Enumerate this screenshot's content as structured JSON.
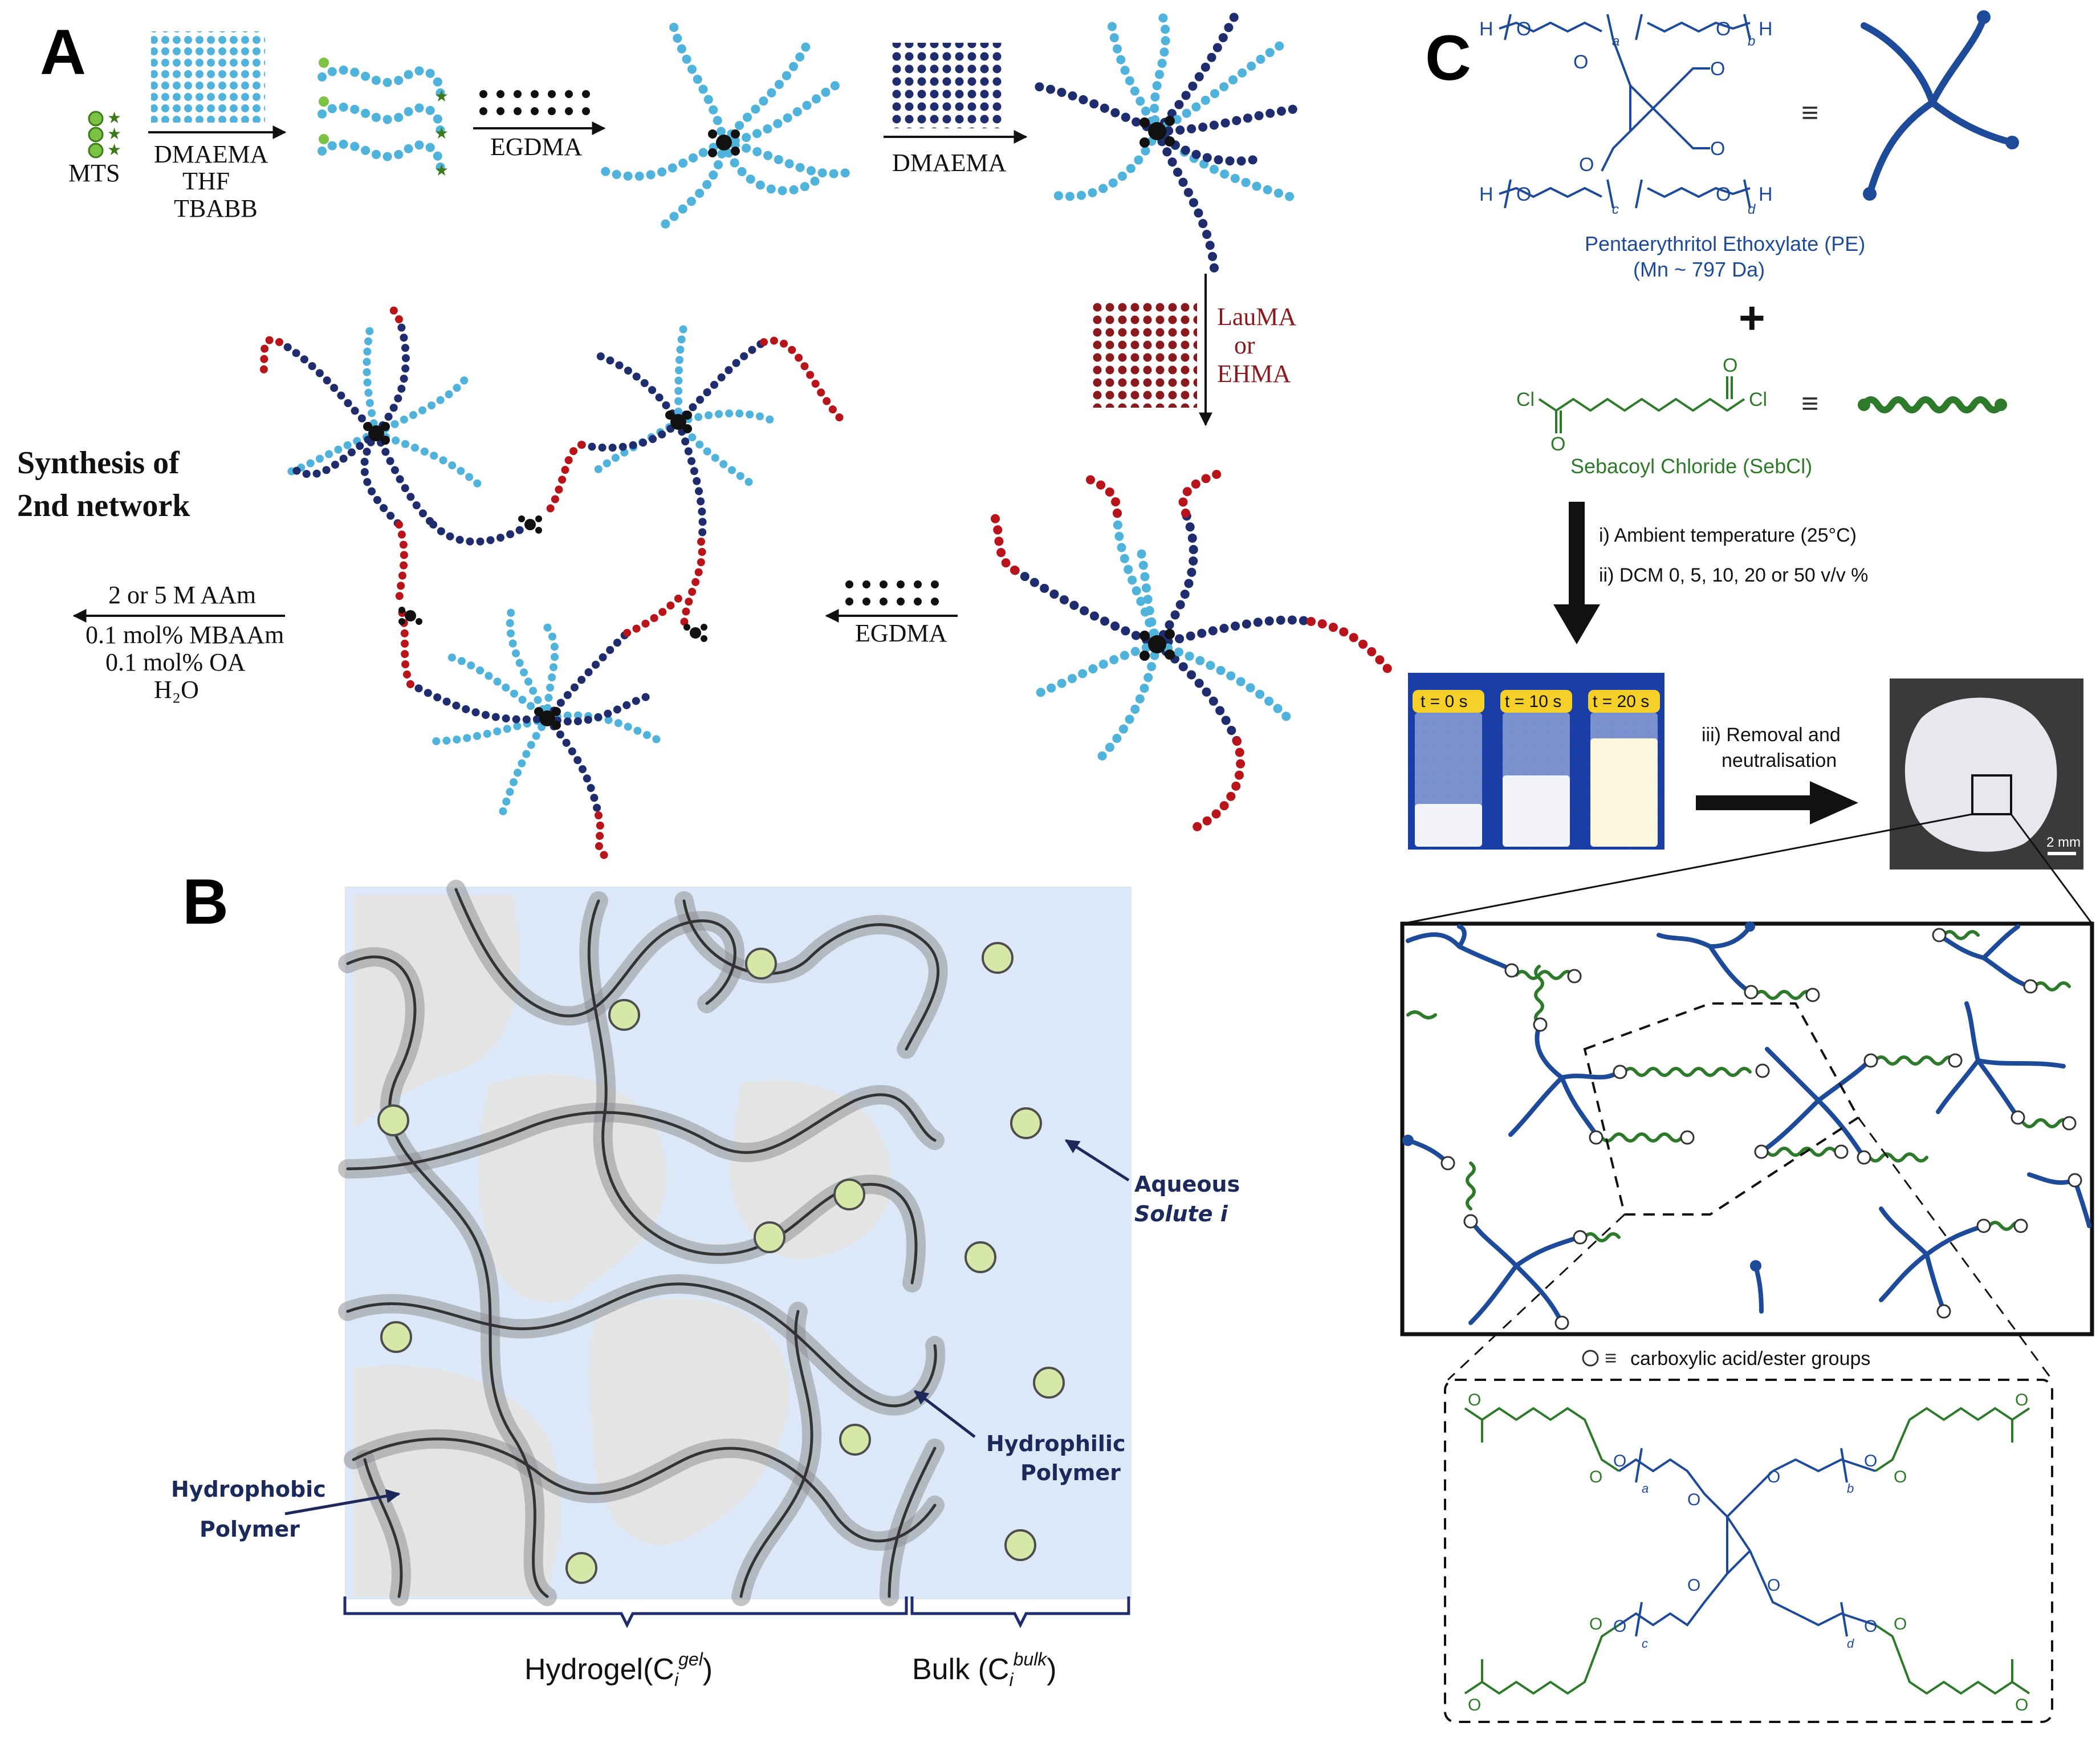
{
  "panels": {
    "a": {
      "label": "A",
      "mts": "MTS",
      "step1": [
        "DMAEMA",
        "THF",
        "TBABB"
      ],
      "step2": "EGDMA",
      "step3": "DMAEMA",
      "step4": [
        "LauMA",
        "or",
        "EHMA"
      ],
      "step5": "EGDMA",
      "title": [
        "Synthesis of",
        "2nd network"
      ],
      "step6": [
        "2 or 5 M AAm",
        "0.1 mol% MBAAm",
        "0.1 mol% OA",
        "H₂O"
      ]
    },
    "b": {
      "label": "B",
      "aqueous": [
        "Aqueous",
        "Solute i"
      ],
      "hydrophilic": [
        "Hydrophilic",
        "Polymer"
      ],
      "hydrophobic": [
        "Hydrophobic",
        "Polymer"
      ],
      "hydrogel": "Hydrogel(C",
      "hydrogel_sup": "gel",
      "hydrogel_close": ")",
      "bulk": "Bulk (C",
      "bulk_sup": "bulk",
      "bulk_close": ")",
      "sub_i": "i"
    },
    "c": {
      "label": "C",
      "pe_name": "Pentaerythritol Ethoxylate (PE)",
      "pe_mn": "(Mn ~ 797 Da)",
      "plus": "+",
      "equiv": "≡",
      "sebcl_name": "Sebacoyl Chloride (SebCl)",
      "cond1": "i) Ambient temperature (25°C)",
      "cond2": "ii) DCM 0, 5, 10, 20 or 50 v/v %",
      "vials": [
        "t = 0 s",
        "t = 10 s",
        "t = 20 s"
      ],
      "step3": [
        "iii) Removal and",
        "neutralisation"
      ],
      "scale": "2 mm",
      "legend": "carboxylic acid/ester groups",
      "cl": "Cl",
      "o": "O",
      "h": "H",
      "subs": [
        "a",
        "b",
        "c",
        "d"
      ]
    }
  },
  "colors": {
    "light_blue": "#4fb3dc",
    "dark_blue": "#1f2c6e",
    "red": "#b8141a",
    "green": "#2d7a2a",
    "pe_blue": "#1e4b99",
    "gel_bg": "#dce8f7",
    "hydrophobic": "#e6e6e6"
  }
}
